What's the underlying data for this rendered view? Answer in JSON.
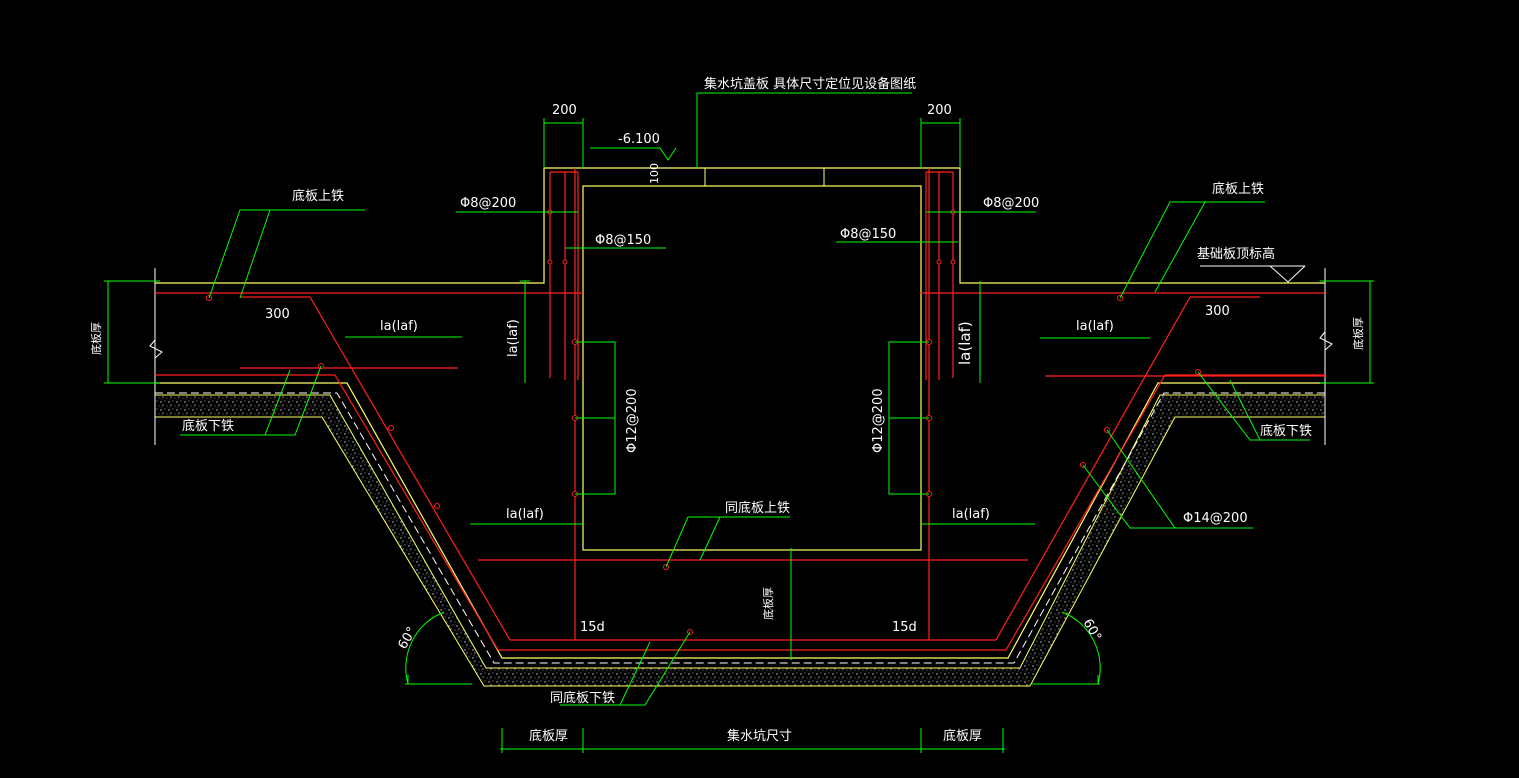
{
  "drawing": {
    "colors": {
      "background": "#000000",
      "rebar": "#ff2020",
      "leader": "#00ff00",
      "concrete": "#ffff66",
      "text": "#ffffff",
      "gravel": "#c8c8c8"
    },
    "labels": {
      "cover_note": "集水坑盖板  具体尺寸定位见设备图纸",
      "dim_200_left": "200",
      "dim_200_right": "200",
      "elevation": "-6.100",
      "dim_100": "100",
      "bar_top_left": "Φ8@200",
      "bar_top_right": "Φ8@200",
      "bar_mid_left": "Φ8@150",
      "bar_mid_right": "Φ8@150",
      "slab_top_left": "底板上铁",
      "slab_top_right": "底板上铁",
      "foundation_top_elev": "基础板顶标高",
      "dim_300_left": "300",
      "dim_300_right": "300",
      "slab_thk_left": "底板厚",
      "slab_thk_right": "底板厚",
      "la_left_top": "la(laf)",
      "la_right_top": "la(laf)",
      "la_vert_left": "la(laf)",
      "la_vert_right": "la(laf)",
      "bar_wall_left": "Φ12@200",
      "bar_wall_right": "Φ12@200",
      "slab_bot_left": "底板下铁",
      "slab_bot_right": "底板下铁",
      "bar_slope": "Φ14@200",
      "same_slab_top": "同底板上铁",
      "la_left_bot": "la(laf)",
      "la_right_bot": "la(laf)",
      "pit_bottom_thk": "底板厚",
      "hook_left": "15d",
      "hook_right": "15d",
      "angle_left": "60°",
      "angle_right": "60°",
      "same_slab_bot": "同底板下铁",
      "dim_bottom_left": "底板厚",
      "dim_bottom_mid": "集水坑尺寸",
      "dim_bottom_right": "底板厚"
    }
  }
}
